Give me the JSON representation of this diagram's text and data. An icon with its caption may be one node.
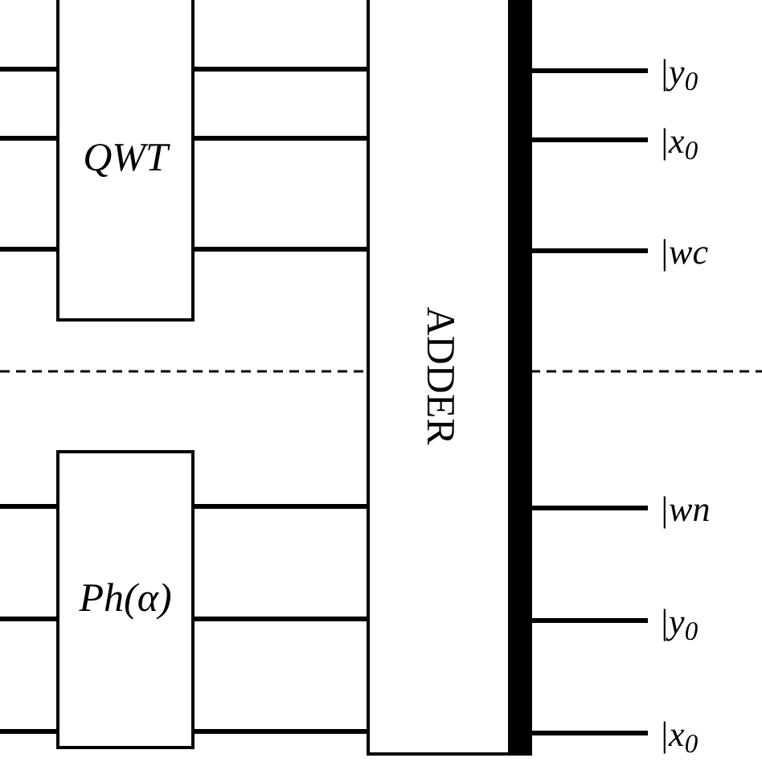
{
  "diagram": {
    "nodes": [
      {
        "text": [
          "QWT"
        ]
      },
      {
        "text": [
          "Ph(α)"
        ]
      },
      {
        "text": [
          "ADDER"
        ]
      },
      {
        "text": [
          "|y$_{0}$"
        ]
      },
      {
        "text": [
          "|x$_{0}$"
        ]
      },
      {
        "text": [
          "|wc"
        ]
      },
      {
        "text": [
          "|wn"
        ]
      },
      {
        "text": [
          "|y$_{0}$"
        ]
      },
      {
        "text": [
          "|x$_{0}$"
        ]
      }
    ],
    "edges": [
      {
        "from": null,
        "to": 0,
        "arrow": "none"
      },
      {
        "from": null,
        "to": 0,
        "arrow": "none"
      },
      {
        "from": null,
        "to": 0,
        "arrow": "none"
      },
      {
        "from": null,
        "to": 1,
        "arrow": "none"
      },
      {
        "from": null,
        "to": 1,
        "arrow": "none"
      },
      {
        "from": null,
        "to": 1,
        "arrow": "none"
      },
      {
        "from": 0,
        "to": 2,
        "arrow": "none"
      },
      {
        "from": 0,
        "to": 2,
        "arrow": "none"
      },
      {
        "from": 0,
        "to": 2,
        "arrow": "none"
      },
      {
        "from": 1,
        "to": 2,
        "arrow": "none"
      },
      {
        "from": 1,
        "to": 2,
        "arrow": "none"
      },
      {
        "from": 1,
        "to": 2,
        "arrow": "none"
      },
      {
        "from": 2,
        "to": 3,
        "arrow": "none"
      },
      {
        "from": 2,
        "to": 4,
        "arrow": "none"
      },
      {
        "from": 2,
        "to": 5,
        "arrow": "none"
      },
      {
        "from": 2,
        "to": 6,
        "arrow": "none"
      },
      {
        "from": 2,
        "to": 7,
        "arrow": "none"
      },
      {
        "from": 2,
        "to": 8,
        "arrow": "none"
      }
    ]
  }
}
